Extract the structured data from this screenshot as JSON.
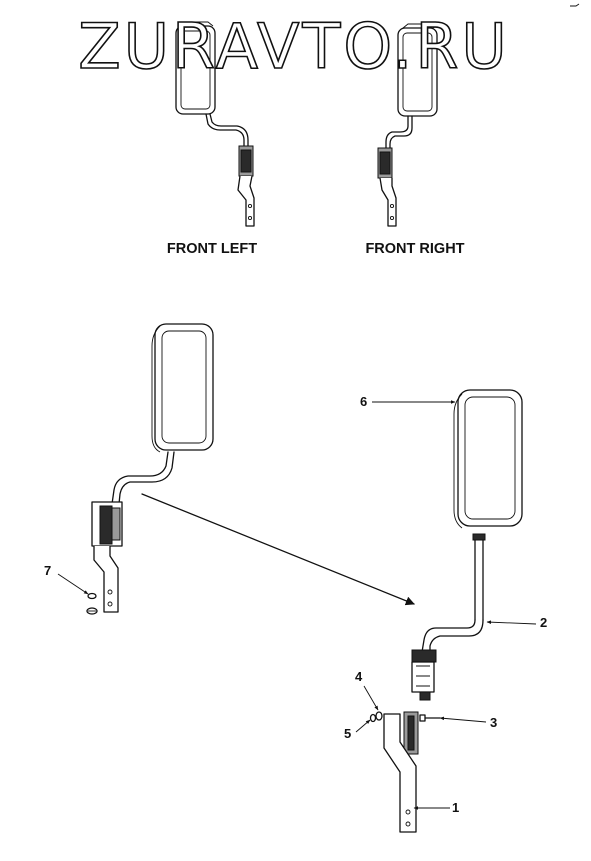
{
  "watermark": "ZURAVTO.RU",
  "labels": {
    "front_left": "FRONT LEFT",
    "front_right": "FRONT RIGHT"
  },
  "callouts": [
    {
      "id": "1",
      "text": "1"
    },
    {
      "id": "2",
      "text": "2"
    },
    {
      "id": "3",
      "text": "3"
    },
    {
      "id": "4",
      "text": "4"
    },
    {
      "id": "5",
      "text": "5"
    },
    {
      "id": "6",
      "text": "6"
    },
    {
      "id": "7",
      "text": "7"
    }
  ]
}
